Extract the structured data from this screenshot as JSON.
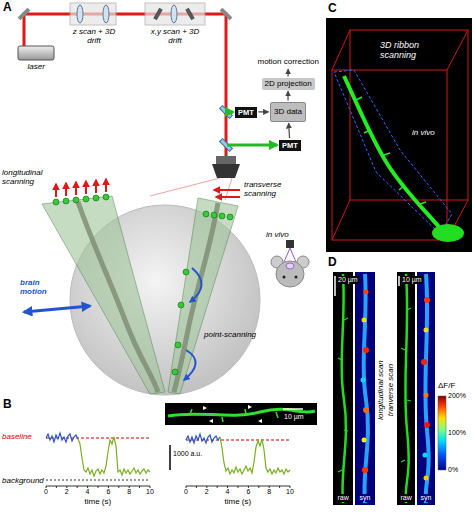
{
  "diagram": {
    "nodes": [
      {
        "text": [
          "motion correction"
        ]
      },
      {
        "text": [
          "2D projection"
        ]
      },
      {
        "text": [
          "3D data"
        ]
      },
      {
        "text": [
          "PMT"
        ]
      },
      {
        "text": [
          "PMT"
        ]
      }
    ],
    "edges": [
      {
        "from": 3,
        "to": 2,
        "arrow": "to"
      },
      {
        "from": 4,
        "to": 2,
        "arrow": "to"
      },
      {
        "from": 2,
        "to": 1,
        "arrow": "to"
      },
      {
        "from": 1,
        "to": 0,
        "arrow": "to"
      }
    ],
    "labels": [
      "A",
      "z scan + 3D drift",
      "x,y scan + 3D drift",
      "laser",
      "longitudinal scanning",
      "transverse scanning",
      "brain motion",
      "point-scanning",
      "in vivo",
      "B",
      "10 µm",
      "baseline",
      "background",
      "0",
      "2",
      "4",
      "6",
      "8",
      "10",
      "time (s)",
      "0",
      "2",
      "4",
      "6",
      "8",
      "10",
      "time (s)",
      "1000 a.u.",
      "C",
      "3D ribbon scanning",
      "in vivo",
      "D",
      "20 µm",
      "longitudinal scan",
      "raw",
      "syn",
      "10 µm",
      "tranverse scan",
      "raw",
      "syn",
      "ΔF/F",
      "200%",
      "100%",
      "0%"
    ]
  }
}
